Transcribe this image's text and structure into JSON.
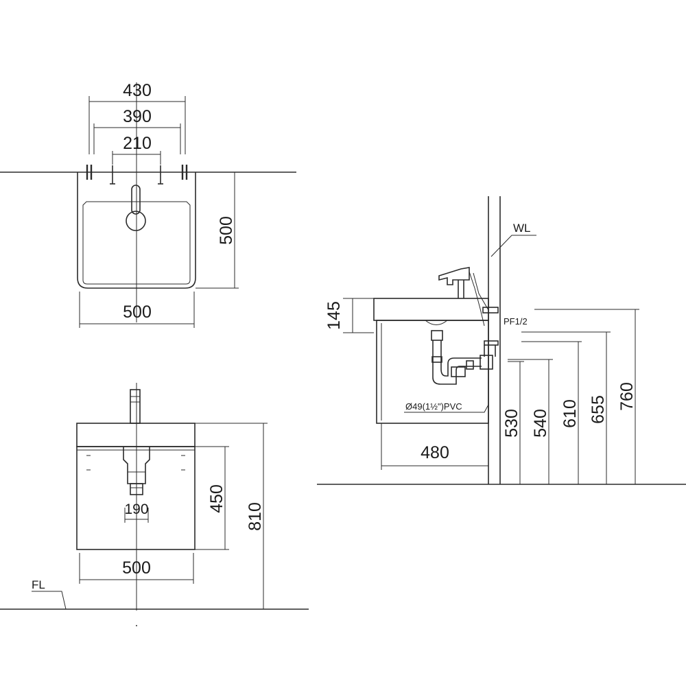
{
  "top_view": {
    "dim_430": "430",
    "dim_390": "390",
    "dim_210": "210",
    "dim_500_depth": "500",
    "dim_500_width": "500"
  },
  "front_view": {
    "dim_450": "450",
    "dim_810": "810",
    "dim_190": "190",
    "dim_500_width": "500",
    "floor_label": "FL"
  },
  "side_view": {
    "wall_label": "WL",
    "dim_145": "145",
    "supply_label": "PF1/2",
    "drain_label": "Ø49(1½\")PVC",
    "dim_480": "480",
    "dim_530": "530",
    "dim_540": "540",
    "dim_610": "610",
    "dim_655": "655",
    "dim_760": "760"
  }
}
